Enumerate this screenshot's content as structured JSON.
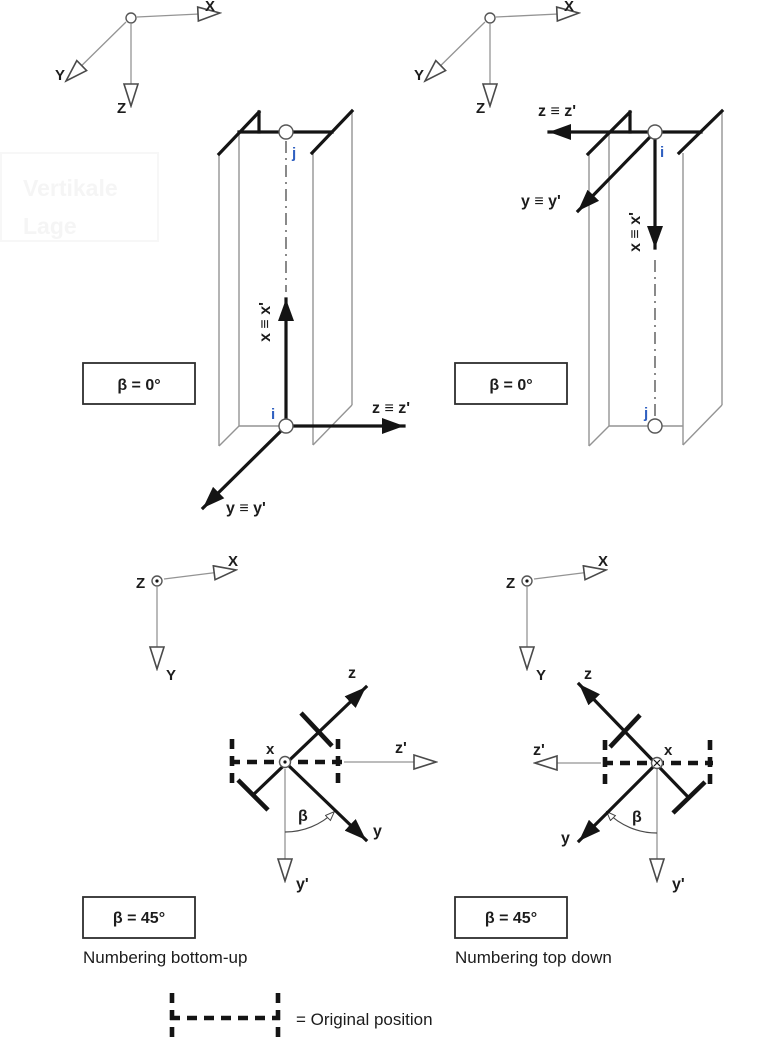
{
  "colors": {
    "ink": "#141414",
    "construction": "#949494",
    "centerline": "#4a4a4a",
    "label_ink": "#1c1c1c",
    "node_ink": "#3060c0",
    "watermark_ink": "#f5f5f5",
    "box_border": "#2e2e2e"
  },
  "watermark": {
    "line1": "Vertikale",
    "line2": "Lage"
  },
  "cs_top_left": {
    "x": "X",
    "y": "Y",
    "z": "Z"
  },
  "cs_top_right": {
    "x": "X",
    "y": "Y",
    "z": "Z"
  },
  "cs_bottom_left": {
    "x": "X",
    "y": "Y",
    "z": "Z"
  },
  "cs_bottom_right": {
    "x": "X",
    "y": "Y",
    "z": "Z"
  },
  "column_left": {
    "beta": "β = 0°",
    "node_top": "j",
    "node_bottom": "i",
    "axis_x": "x ≡ x'",
    "axis_y": "y ≡ y'",
    "axis_z": "z ≡ z'"
  },
  "column_right": {
    "beta": "β = 0°",
    "node_top": "i",
    "node_bottom": "j",
    "axis_x": "x ≡ x'",
    "axis_y": "y ≡ y'",
    "axis_z": "z ≡ z'"
  },
  "section_left": {
    "beta_box": "β = 45°",
    "caption": "Numbering bottom-up",
    "axis_x": "x",
    "axis_y": "y",
    "axis_z": "z",
    "axis_y_prime": "y'",
    "axis_z_prime": "z'",
    "beta": "β"
  },
  "section_right": {
    "beta_box": "β = 45°",
    "caption": "Numbering top down",
    "axis_x": "x",
    "axis_y": "y",
    "axis_z": "z",
    "axis_y_prime": "y'",
    "axis_z_prime": "z'",
    "beta": "β"
  },
  "legend": {
    "label": "= Original position"
  }
}
